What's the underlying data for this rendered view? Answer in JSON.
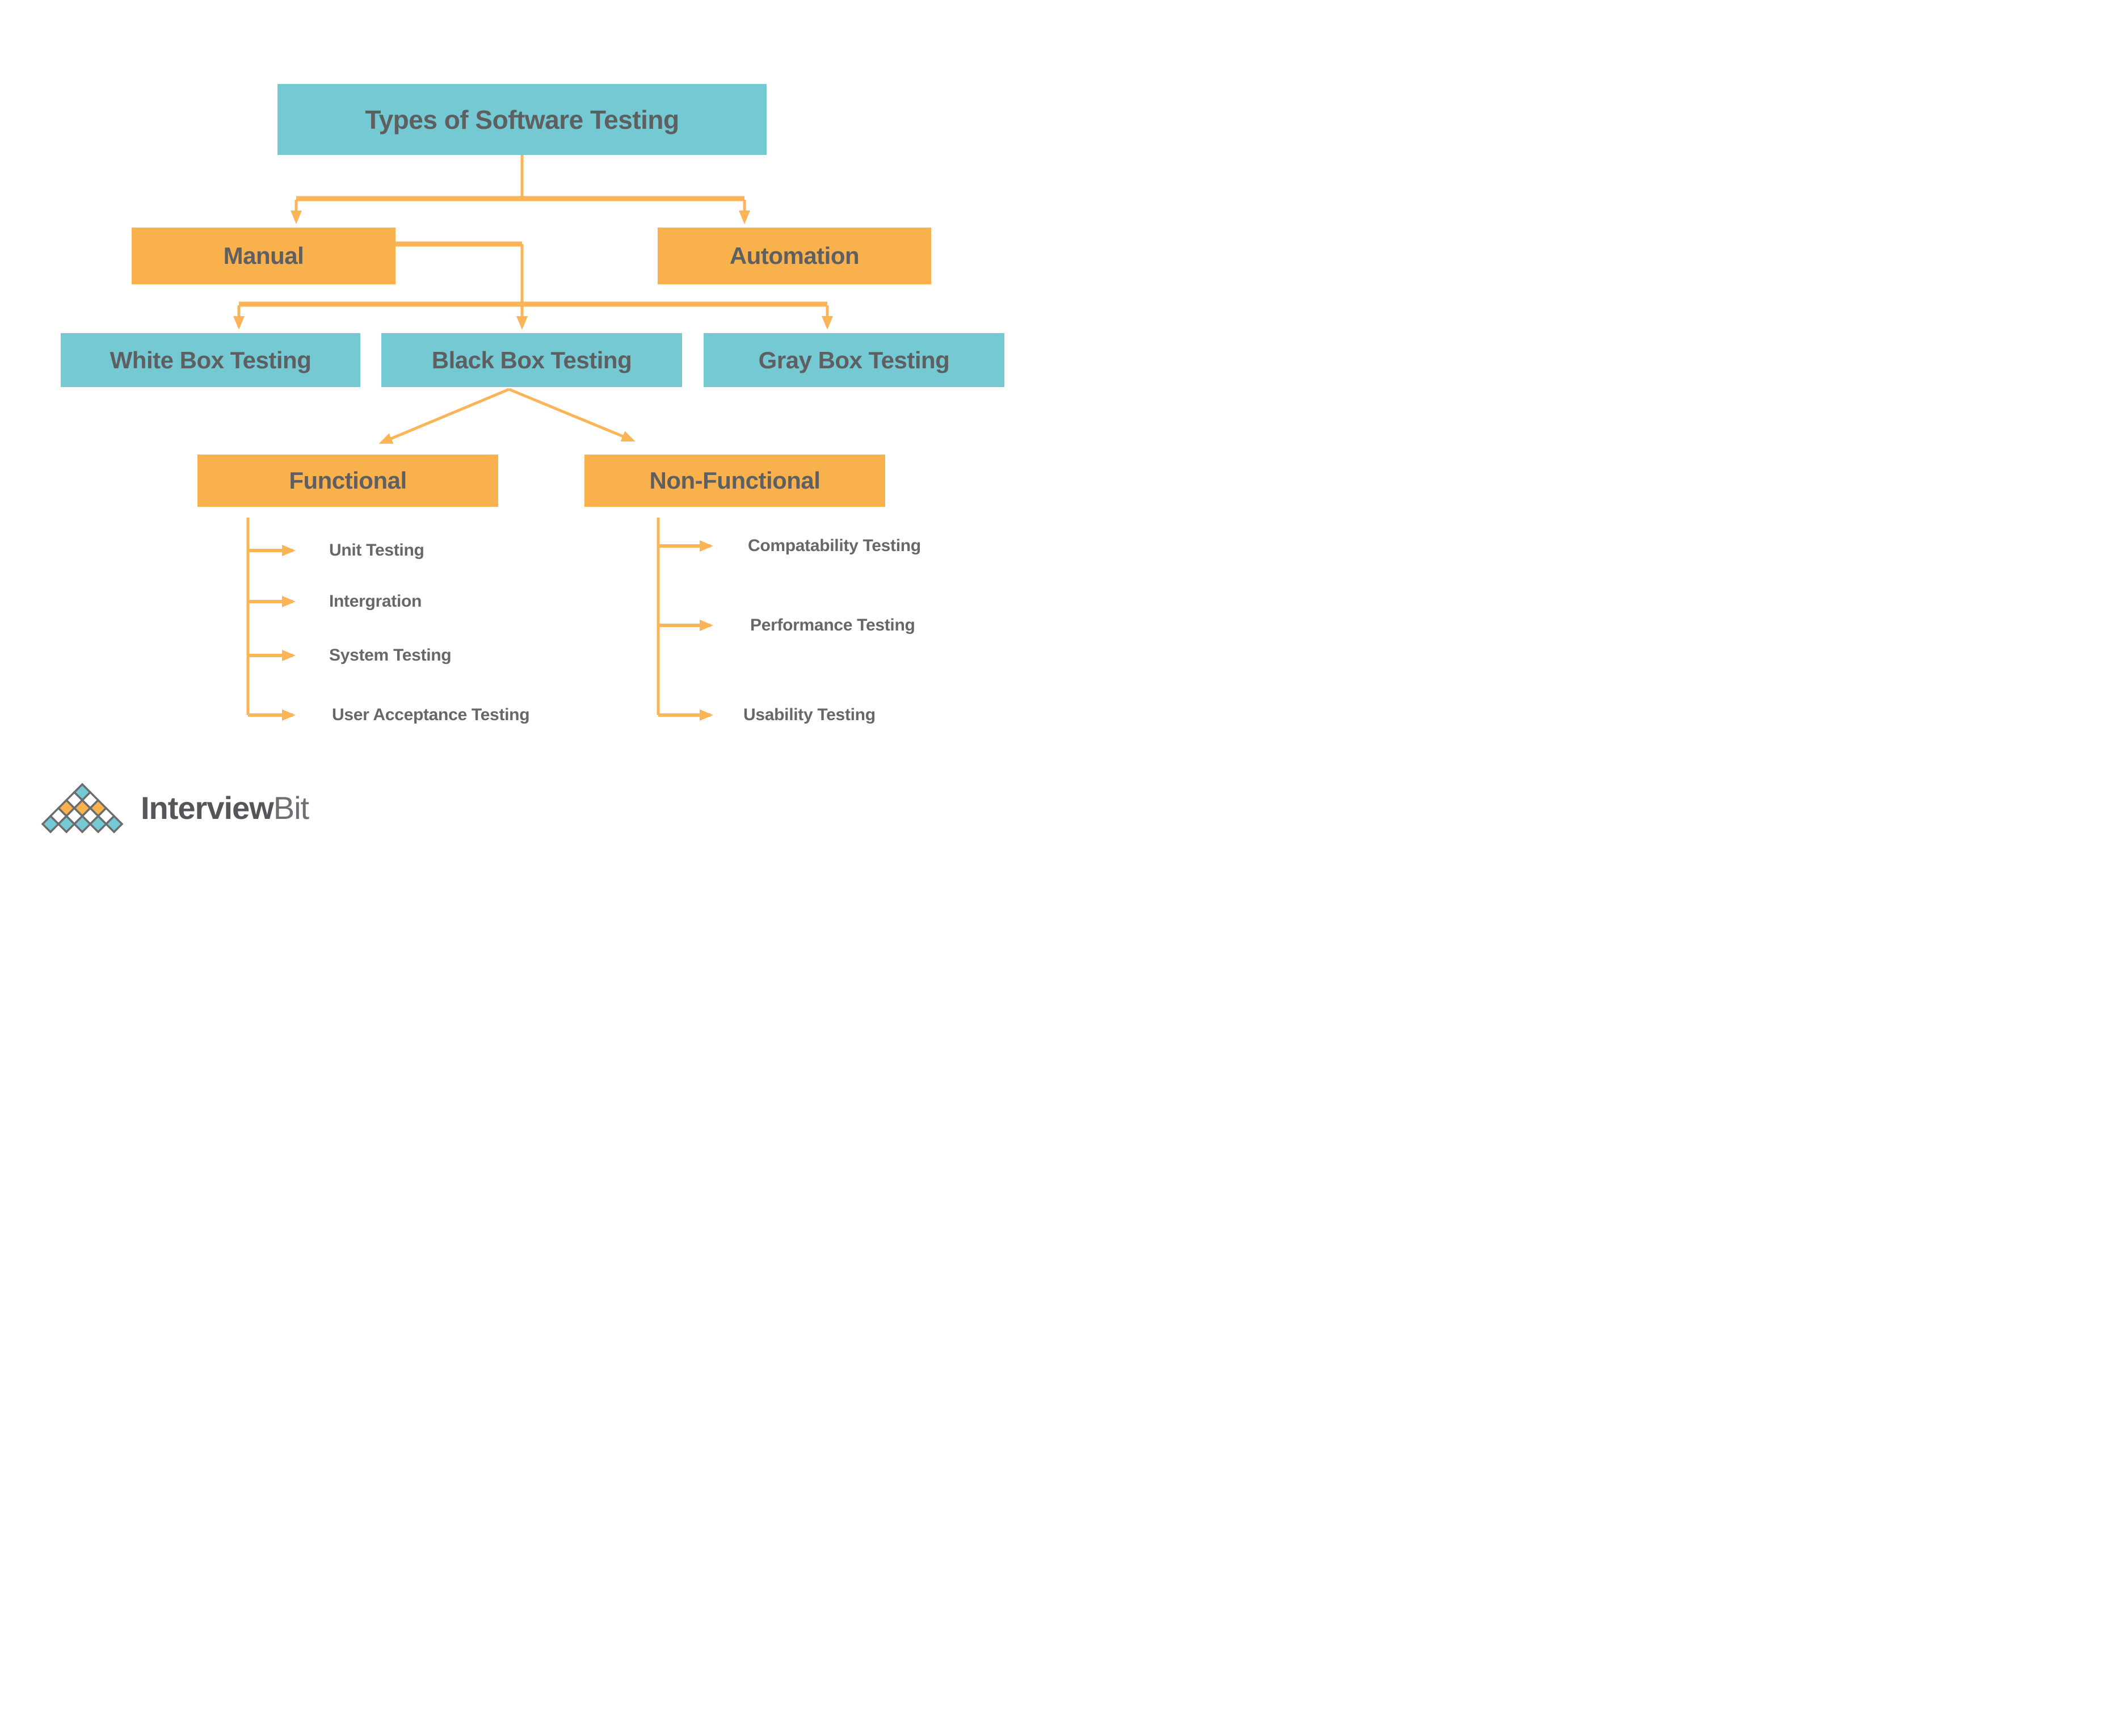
{
  "diagram": {
    "root": "Types of Software Testing",
    "level1": [
      "Manual",
      "Automation"
    ],
    "level2": [
      "White Box Testing",
      "Black Box Testing",
      "Gray Box Testing"
    ],
    "level3": [
      "Functional",
      "Non-Functional"
    ],
    "functional_children": [
      "Unit Testing",
      "Intergration",
      "System Testing",
      "User Acceptance Testing"
    ],
    "non_functional_children": [
      "Compatability Testing",
      "Performance Testing",
      "Usability Testing"
    ]
  },
  "branding": {
    "logo_primary": "Interview",
    "logo_secondary": "Bit"
  },
  "colors": {
    "teal": "#74C9D3",
    "orange": "#F9B14E",
    "connector": "#FBB557",
    "heading-text": "#5E5F61",
    "leaf-text": "#666769",
    "logo-text": "#55565A",
    "logo-text-light": "#6E6F73"
  }
}
